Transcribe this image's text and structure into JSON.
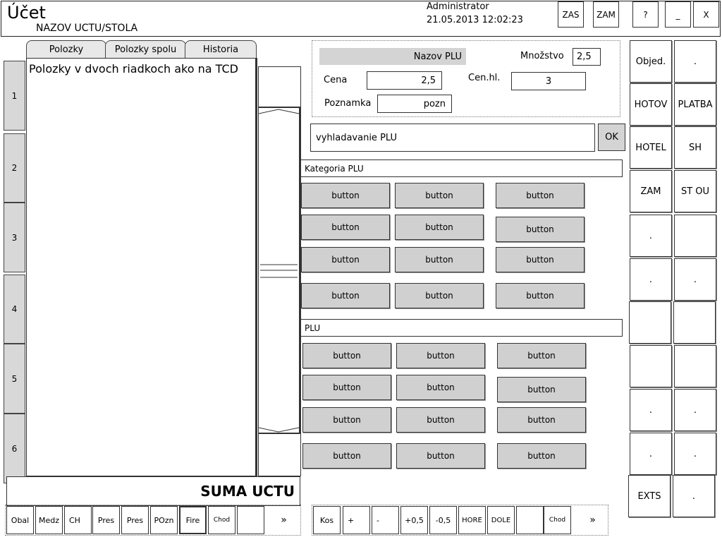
{
  "header": {
    "title": "Účet",
    "subtitle": "NAZOV UCTU/STOLA",
    "user": "Administrator",
    "datetime": "21.05.2013 12:02:23",
    "buttons": [
      "ZAS",
      "ZAM",
      "?",
      "_",
      "X"
    ]
  },
  "side_tabs": [
    "1",
    "2",
    "3",
    "4",
    "5",
    "6"
  ],
  "tabs": [
    "Polozky",
    "Polozky spolu",
    "Historia"
  ],
  "items_text": "Polozky v dvoch riadkoch ako na TCD",
  "sum_label": "SUMA UCTU",
  "form": {
    "name_label": "Nazov PLU",
    "qty_label": "Množstvo",
    "qty_value": "2,5",
    "price_label": "Cena",
    "price_value": "2,5",
    "unit_price_label": "Cen.hl.",
    "unit_price_value": "3",
    "note_label": "Poznamka",
    "note_value": "pozn"
  },
  "search": {
    "value": "vyhladavanie PLU",
    "ok_label": "OK"
  },
  "category_label": "Kategoria PLU",
  "category_buttons": [
    "button",
    "button",
    "button",
    "button",
    "button",
    "button",
    "button",
    "button",
    "button",
    "button",
    "button",
    "button"
  ],
  "plu_label": "PLU",
  "plu_buttons": [
    "button",
    "button",
    "button",
    "button",
    "button",
    "button",
    "button",
    "button",
    "button",
    "button",
    "button",
    "button"
  ],
  "right_keys": [
    "Objed.",
    ".",
    "HOTOV",
    "PLATBA",
    "HOTEL",
    "SH",
    "ZAM",
    "ST OU",
    ".",
    "",
    ".",
    ".",
    "",
    "",
    "",
    "",
    ".",
    ".",
    ".",
    ".",
    "EXTS",
    "."
  ],
  "toolbar_left": [
    "Obal",
    "Medz",
    "CH",
    "Pres",
    "Pres",
    "POzn",
    "Fire",
    "Chod",
    "",
    "»"
  ],
  "toolbar_right": [
    "Kos",
    "+",
    "-",
    "+0,5",
    "-0,5",
    "HORE",
    "DOLE",
    "",
    "Chod",
    "»"
  ]
}
